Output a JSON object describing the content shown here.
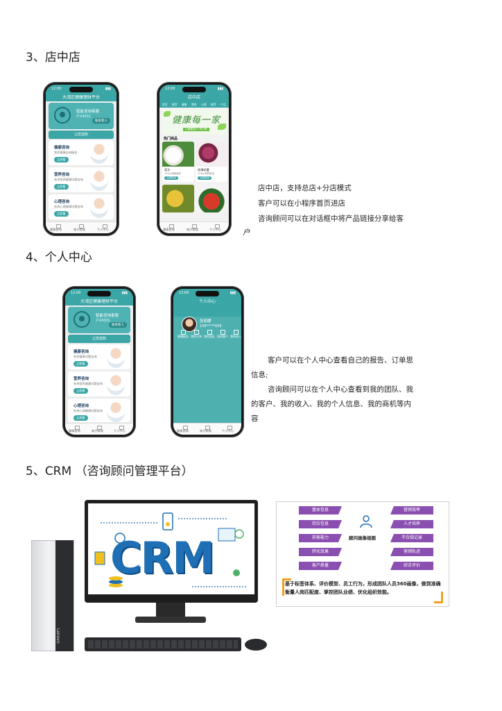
{
  "sections": {
    "store": {
      "heading": "3、店中店",
      "desc": [
        "店中店，支持总店+分店模式",
        "客户可以在小程序首页进店",
        "咨询顾问可以在对话框中将产品链接分享给客",
        "户"
      ]
    },
    "personal": {
      "heading": "4、个人中心",
      "desc": [
        "客户可以在个人中心查看自己的报告、订单思",
        "信息;",
        "咨询顾问可以在个人中心查看到我的团队、我",
        "的客户、我的收入、我的个人信息、我的商机等内",
        "容"
      ]
    },
    "crm": {
      "heading": "5、CRM （咨询顾问管理平台）"
    }
  },
  "phone_home": {
    "time": "12:00",
    "title": "大湾区健康理财平台",
    "consultant": "智能咨询客服",
    "user_id": "户24031",
    "contact_btn": "联系客人",
    "section_band": "让您选购",
    "cards": [
      {
        "title": "健康咨询",
        "desc": "营养健康咨询服务",
        "btn": "立即看"
      },
      {
        "title": "营养咨询",
        "desc": "有关营养健康问题咨询",
        "btn": "立即看"
      },
      {
        "title": "心理咨询",
        "desc": "有关心理健康问题咨询",
        "btn": "立即看"
      }
    ],
    "tabs": [
      "健康咨询",
      "电子商城",
      "个人中心"
    ]
  },
  "phone_store": {
    "time": "12:00",
    "title": "店中店",
    "nav": [
      "首页",
      "推荐",
      "健康",
      "营养",
      "心理",
      "推荐",
      "产品"
    ],
    "banner": "健康每一家",
    "banner_sub": "让健康成为一种习惯",
    "section": "热门商品",
    "products": [
      {
        "name": "蒜头",
        "desc": "100g 健康营养",
        "btn": "立即购买"
      },
      {
        "name": "玫瑰花蕾",
        "desc": "100g 养颜美容",
        "btn": "立即购买"
      }
    ],
    "tabs": [
      "健康咨询",
      "电子商城",
      "个人中心"
    ]
  },
  "phone_home2": {
    "time": "12:00",
    "title": "大湾区健康理财平台",
    "consultant": "智能咨询客服",
    "user_id": "户24031",
    "contact_btn": "联系客人",
    "section_band": "让您选购",
    "cards": [
      {
        "title": "健康咨询",
        "desc": "有关健康问题咨询",
        "btn": "立即看"
      },
      {
        "title": "营养咨询",
        "desc": "有关营养健康问题咨询",
        "btn": "立即看"
      },
      {
        "title": "心理咨询",
        "desc": "有关心理健康问题咨询",
        "btn": "立即看"
      }
    ],
    "tabs": [
      "健康咨询",
      "电子商城",
      "个人中心"
    ]
  },
  "phone_personal": {
    "time": "12:00",
    "title": "个人中心",
    "name": "张丽娜",
    "phone": "158*****009",
    "menu": [
      "健康报告",
      "我的订单",
      "我的团队",
      "我的客户",
      "我的收入"
    ],
    "tabs": [
      "健康咨询",
      "电子商城",
      "个人中心"
    ]
  },
  "crm_screen": {
    "logo": "CRM",
    "brand": "Lenovo"
  },
  "persona_panel": {
    "title": "顾问画像视图",
    "left_tags": [
      "基本信息",
      "岗位信息",
      "获客能力",
      "转化效果",
      "客户质量"
    ],
    "right_tags": [
      "营销效率",
      "人才培养",
      "不合规记录",
      "营销轨迹",
      "综合评价"
    ],
    "text": "基于标签体系、评价模型、员工行为，形成团队人员360画像，做到准确衡量人岗匹配度、掌控团队业绩、优化组织效能。"
  },
  "colors": {
    "teal": "#3aa6a6",
    "purple": "#8a4fb0",
    "orange": "#f0a020",
    "crm_blue": "#1f6fb5"
  }
}
